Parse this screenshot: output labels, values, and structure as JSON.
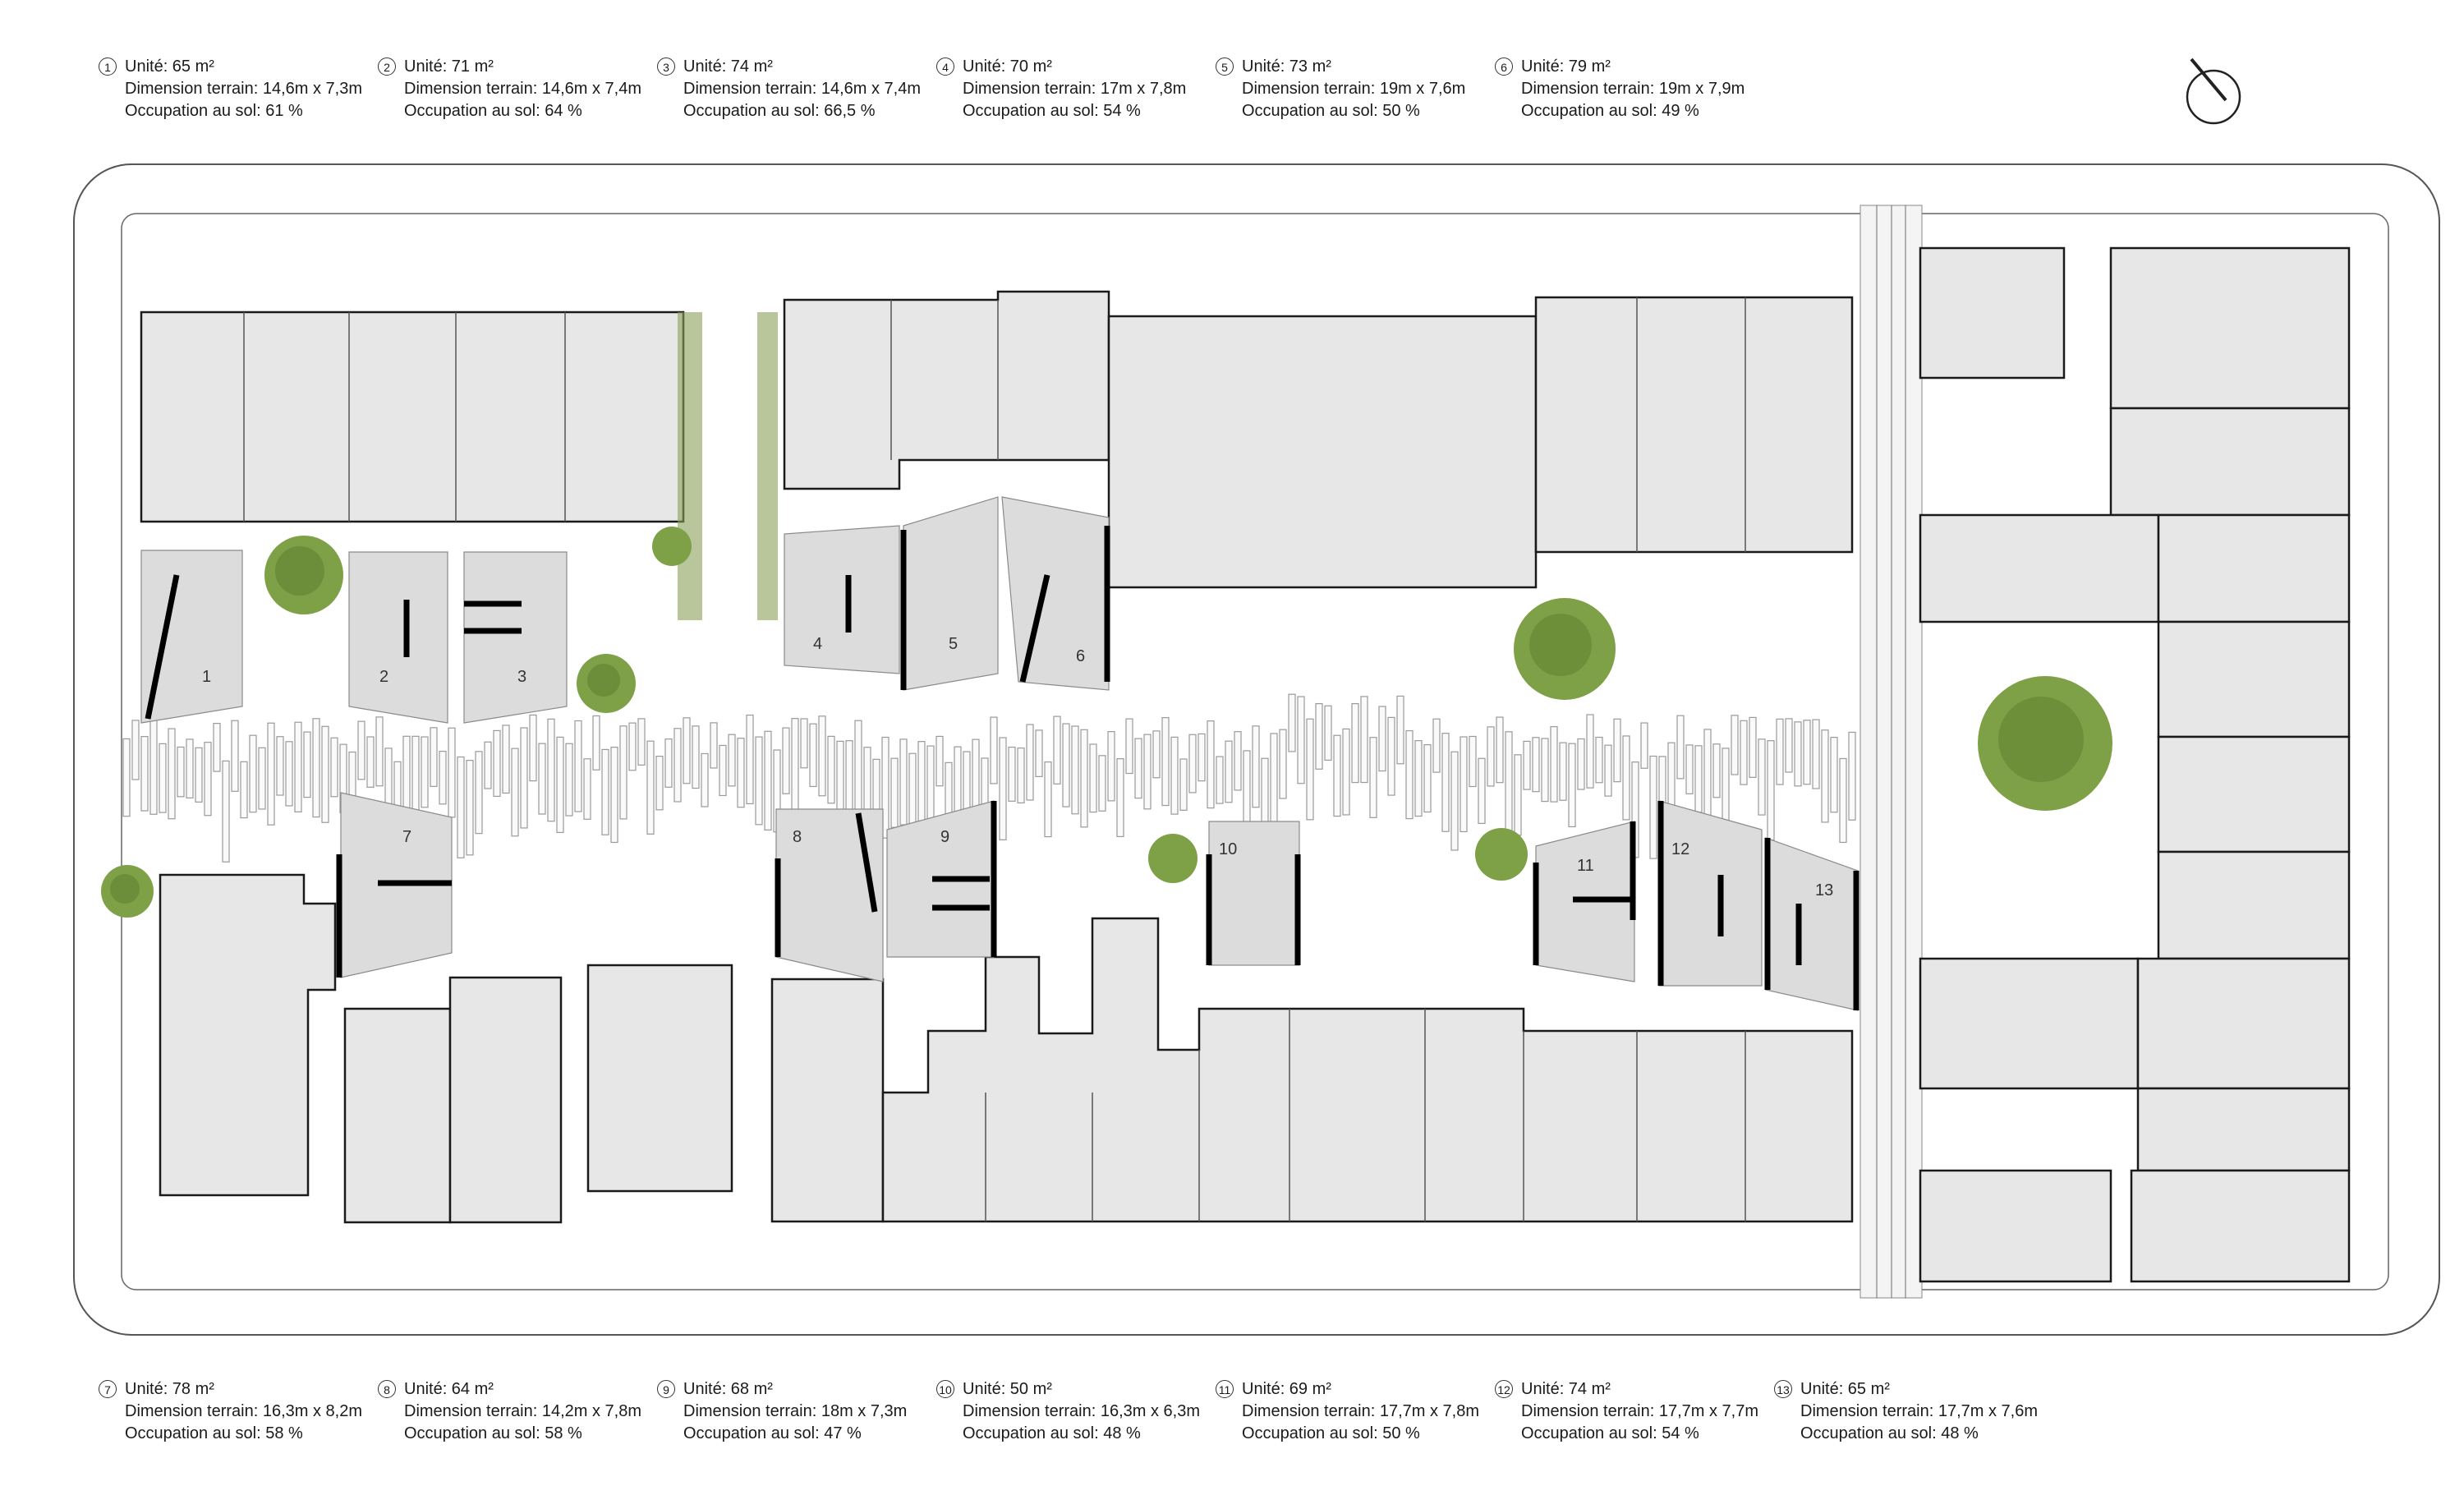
{
  "legend_top": [
    {
      "num": "1",
      "unit": "Unité: 65 m²",
      "terrain": "Dimension terrain: 14,6m x 7,3m",
      "occupation": "Occupation au sol: 61 %"
    },
    {
      "num": "2",
      "unit": "Unité: 71 m²",
      "terrain": "Dimension terrain: 14,6m x 7,4m",
      "occupation": "Occupation au sol: 64 %"
    },
    {
      "num": "3",
      "unit": "Unité: 74 m²",
      "terrain": "Dimension terrain: 14,6m x 7,4m",
      "occupation": "Occupation au sol: 66,5 %"
    },
    {
      "num": "4",
      "unit": "Unité: 70 m²",
      "terrain": "Dimension terrain: 17m x 7,8m",
      "occupation": "Occupation au sol: 54 %"
    },
    {
      "num": "5",
      "unit": "Unité: 73 m²",
      "terrain": "Dimension terrain: 19m x 7,6m",
      "occupation": "Occupation au sol: 50 %"
    },
    {
      "num": "6",
      "unit": "Unité: 79 m²",
      "terrain": "Dimension terrain: 19m x 7,9m",
      "occupation": "Occupation au sol: 49 %"
    }
  ],
  "legend_bottom": [
    {
      "num": "7",
      "unit": "Unité: 78 m²",
      "terrain": "Dimension terrain: 16,3m x 8,2m",
      "occupation": "Occupation au sol: 58 %"
    },
    {
      "num": "8",
      "unit": "Unité: 64 m²",
      "terrain": "Dimension terrain: 14,2m x 7,8m",
      "occupation": "Occupation au sol: 58 %"
    },
    {
      "num": "9",
      "unit": "Unité: 68 m²",
      "terrain": "Dimension terrain: 18m x 7,3m",
      "occupation": "Occupation au sol: 47 %"
    },
    {
      "num": "10",
      "unit": "Unité: 50 m²",
      "terrain": "Dimension terrain: 16,3m x 6,3m",
      "occupation": "Occupation au sol: 48 %"
    },
    {
      "num": "11",
      "unit": "Unité: 69 m²",
      "terrain": "Dimension terrain: 17,7m x 7,8m",
      "occupation": "Occupation au sol: 50 %"
    },
    {
      "num": "12",
      "unit": "Unité: 74 m²",
      "terrain": "Dimension terrain: 17,7m x 7,7m",
      "occupation": "Occupation au sol: 54 %"
    },
    {
      "num": "13",
      "unit": "Unité: 65 m²",
      "terrain": "Dimension terrain: 17,7m x 7,6m",
      "occupation": "Occupation au sol: 48 %"
    }
  ],
  "plan": {
    "unit_labels": [
      "1",
      "2",
      "3",
      "4",
      "5",
      "6",
      "7",
      "8",
      "9",
      "10",
      "11",
      "12",
      "13"
    ],
    "north_arrow_icon": "north-arrow-icon",
    "colors": {
      "building": "#e6e7e6",
      "unit": "#dcdcdc",
      "tree": "#7ea046",
      "tree_dark": "#5a7a2c",
      "wall": "#000000"
    }
  }
}
